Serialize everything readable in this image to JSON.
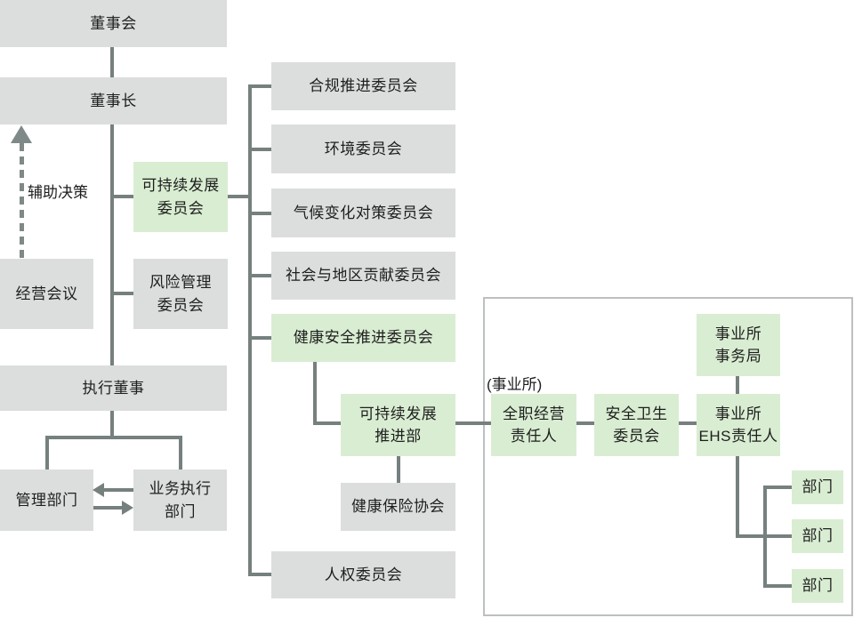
{
  "colors": {
    "background": "#ffffff",
    "box_gray": "#dcdddd",
    "box_green": "#d9edd2",
    "line": "#75807f",
    "dashed_line": "#7e8988",
    "group_border": "#bdc0c0",
    "text": "#1e1e1e"
  },
  "nodes": {
    "board": "董事会",
    "chairman": "董事长",
    "aux_decision": "辅助决策",
    "management_meeting": "经营会议",
    "sustainability_committee": [
      "可持续发展",
      "委员会"
    ],
    "risk_committee": [
      "风险管理",
      "委员会"
    ],
    "executive_directors": "执行董事",
    "admin_dept": "管理部门",
    "business_exec_dept": [
      "业务执行",
      "部门"
    ],
    "compliance_committee": "合规推进委员会",
    "environment_committee": "环境委员会",
    "climate_committee": "气候变化对策委员会",
    "social_committee": "社会与地区贡献委员会",
    "health_safety_committee": "健康安全推进委员会",
    "sustainability_dept": [
      "可持续发展",
      "推进部"
    ],
    "health_insurance_assoc": "健康保险协会",
    "human_rights_committee": "人权委员会",
    "site_caption": "(事业所)",
    "site_general_manager": [
      "全职经营",
      "责任人"
    ],
    "safety_hygiene_committee": [
      "安全卫生",
      "委员会"
    ],
    "site_office": [
      "事业所",
      "事务局"
    ],
    "site_ehs_manager": [
      "事业所",
      "EHS责任人"
    ],
    "dept": "部门"
  }
}
